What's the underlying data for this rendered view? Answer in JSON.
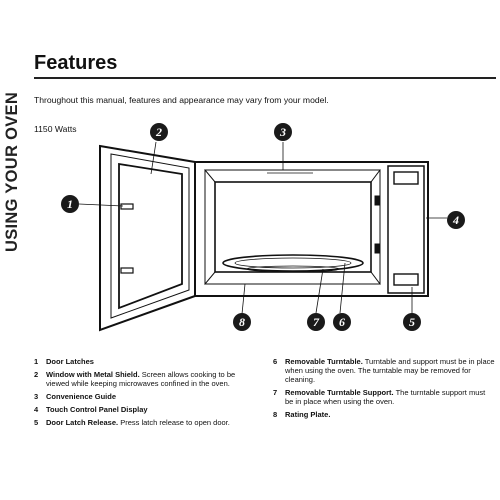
{
  "side_tab": "USING YOUR OVEN",
  "title": "Features",
  "intro": "Throughout this manual, features and appearance may vary from your model.",
  "wattage": "1150 Watts",
  "callouts": [
    "1",
    "2",
    "3",
    "4",
    "5",
    "6",
    "7",
    "8"
  ],
  "features": [
    {
      "num": "1",
      "name": "Door Latches",
      "desc": ""
    },
    {
      "num": "2",
      "name": "Window with Metal Shield.",
      "desc": " Screen allows cooking to be viewed while keeping microwaves confined in the oven."
    },
    {
      "num": "3",
      "name": "Convenience Guide",
      "desc": ""
    },
    {
      "num": "4",
      "name": "Touch Control Panel Display",
      "desc": ""
    },
    {
      "num": "5",
      "name": "Door Latch Release.",
      "desc": " Press latch release to open door."
    },
    {
      "num": "6",
      "name": "Removable Turntable.",
      "desc": " Turntable and support must be in place when using the oven. The turntable may be removed for cleaning."
    },
    {
      "num": "7",
      "name": "Removable Turntable Support.",
      "desc": " The turntable support must be in place when using the oven."
    },
    {
      "num": "8",
      "name": "Rating Plate.",
      "desc": ""
    }
  ]
}
